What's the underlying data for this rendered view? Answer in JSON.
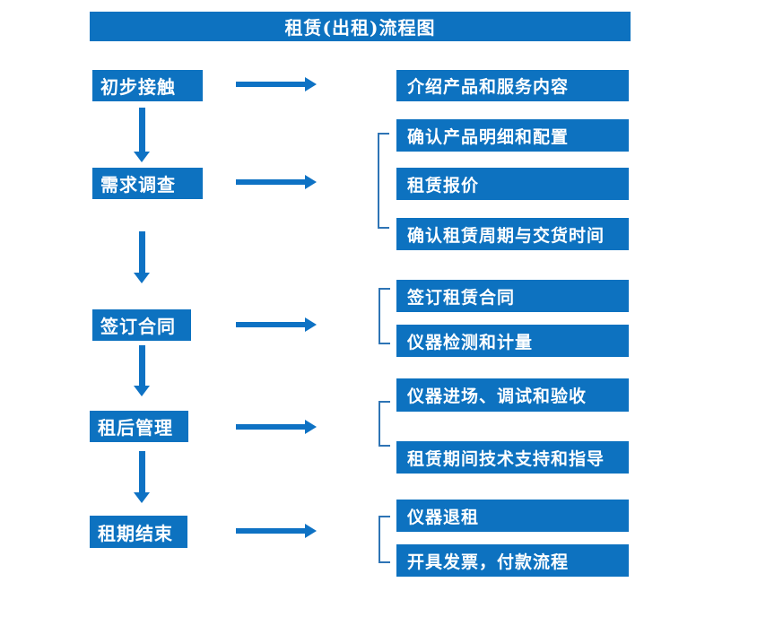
{
  "title": "租赁(出租)流程图",
  "colors": {
    "box_blue": "#0d72c0",
    "arrow_blue": "#0e72c4",
    "bracket_blue": "#2e74b5",
    "text_white": "#ffffff"
  },
  "steps": [
    {
      "label": "初步接触",
      "details": [
        "介绍产品和服务内容"
      ]
    },
    {
      "label": "需求调查",
      "details": [
        "确认产品明细和配置",
        "租赁报价",
        "确认租赁周期与交货时间"
      ]
    },
    {
      "label": "签订合同",
      "details": [
        "签订租赁合同",
        "仪器检测和计量"
      ]
    },
    {
      "label": "租后管理",
      "details": [
        "仪器进场、调试和验收",
        "租赁期间技术支持和指导"
      ]
    },
    {
      "label": "租期结束",
      "details": [
        "仪器退租",
        "开具发票，付款流程"
      ]
    }
  ]
}
